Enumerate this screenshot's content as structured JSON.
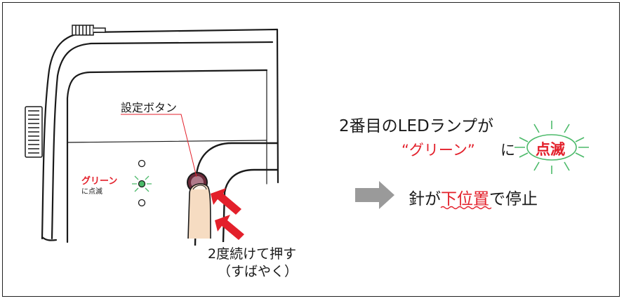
{
  "labels": {
    "setting_button": "設定ボタン",
    "green": "グリーン",
    "blink_small": "に点滅",
    "press_line1": "2度続けて押す",
    "press_line2": "（すばやく）",
    "second_lamp": "2番目のLEDランプが",
    "green_quoted": "“グリーン”",
    "ni": "に",
    "blink_big": "点滅",
    "needle_a": "針が",
    "needle_b": "下位置",
    "needle_c": "で停止"
  },
  "colors": {
    "accent_red": "#e3202b",
    "led_green": "#4cba6a",
    "arrow_gray": "#9a9a9a",
    "line": "#1a1a1a"
  },
  "icons": {
    "gray_arrow": "right-arrow-icon",
    "press_arrows": "red-press-arrow-icon",
    "led": "led-indicator-icon"
  }
}
